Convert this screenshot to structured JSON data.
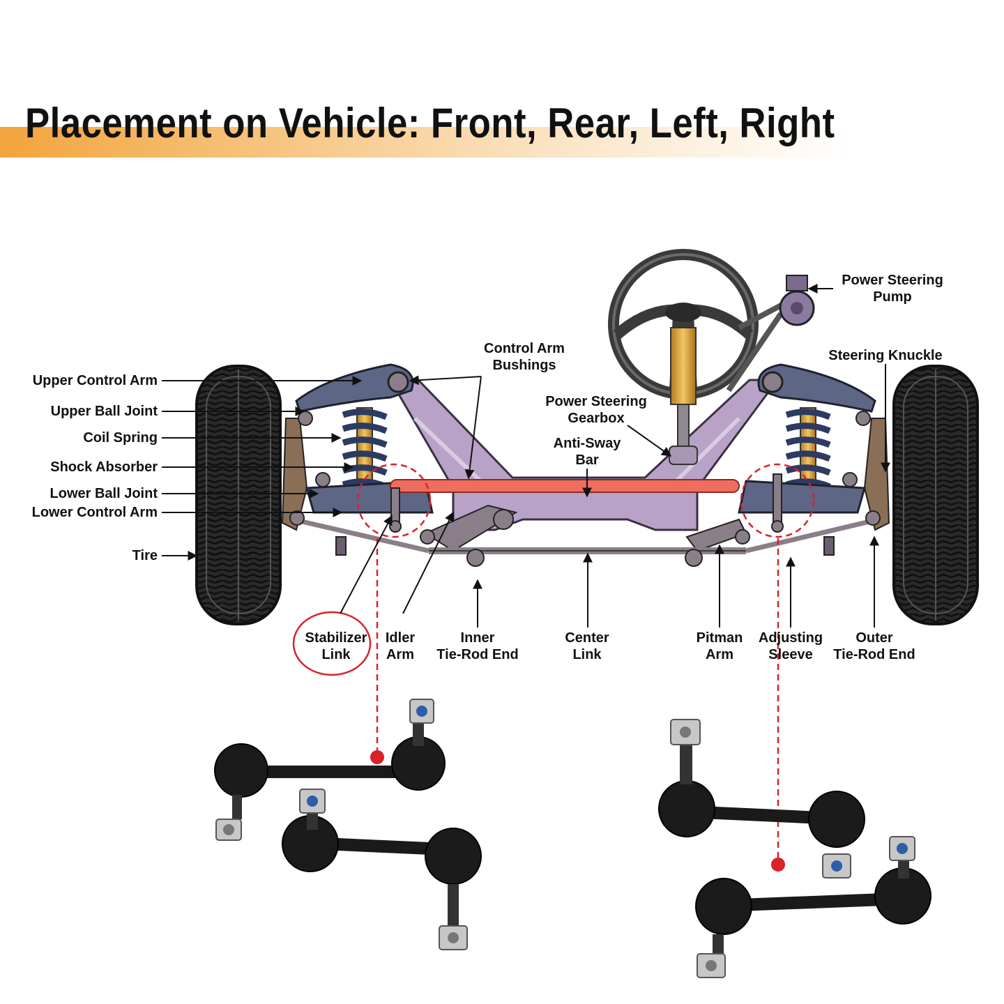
{
  "title": "Placement on Vehicle: Front, Rear, Left, Right",
  "colors": {
    "accent": "#f3a43c",
    "highlight": "#d9222a",
    "frame": "#b8a2c8",
    "arm": "#5d6685",
    "bar": "#ef6d5f"
  },
  "labels": {
    "upper_control_arm": "Upper Control Arm",
    "upper_ball_joint": "Upper Ball Joint",
    "coil_spring": "Coil Spring",
    "shock_absorber": "Shock Absorber",
    "lower_ball_joint": "Lower Ball Joint",
    "lower_control_arm": "Lower Control Arm",
    "tire": "Tire",
    "control_arm_bushings": {
      "l1": "Control Arm",
      "l2": "Bushings"
    },
    "power_steering_gearbox": {
      "l1": "Power Steering",
      "l2": "Gearbox"
    },
    "anti_sway_bar": {
      "l1": "Anti-Sway",
      "l2": "Bar"
    },
    "power_steering_pump": {
      "l1": "Power Steering",
      "l2": "Pump"
    },
    "steering_knuckle": "Steering Knuckle",
    "stabilizer_link": {
      "l1": "Stabilizer",
      "l2": "Link"
    },
    "idler_arm": {
      "l1": "Idler",
      "l2": "Arm"
    },
    "inner_tie_rod_end": {
      "l1": "Inner",
      "l2": "Tie-Rod End"
    },
    "center_link": {
      "l1": "Center",
      "l2": "Link"
    },
    "pitman_arm": {
      "l1": "Pitman",
      "l2": "Arm"
    },
    "adjusting_sleeve": {
      "l1": "Adjusting",
      "l2": "Sleeve"
    },
    "outer_tie_rod_end": {
      "l1": "Outer",
      "l2": "Tie-Rod End"
    }
  }
}
